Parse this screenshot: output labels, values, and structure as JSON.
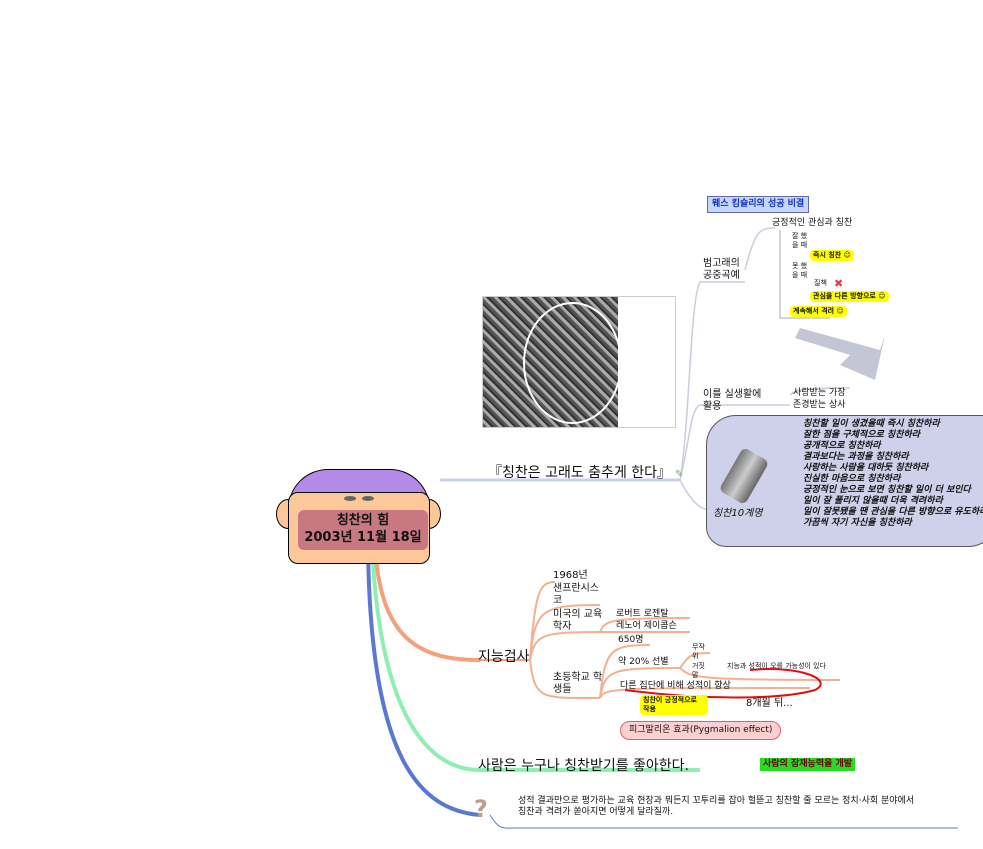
{
  "center": {
    "title": "칭찬의 힘",
    "date": "2003년 11월 18일"
  },
  "whale": {
    "label": "『칭찬은 고래도 춤추게 한다』",
    "secret_title": "웨스 킹슬리의 성공 비결",
    "orca": "범고래의 공중곡예",
    "positive": "긍정적인 관심과 칭찬",
    "good": "잘 했을 때",
    "instant": "즉시 칭찬",
    "bad": "못 했을 때",
    "scold": "질책",
    "redirect": "관심을 다른 방향으로",
    "encourage": "계속해서 격려",
    "apply": "이를 실생활에 활용",
    "loved": "사랑받는 가장",
    "respected": "존경받는 상사",
    "commandments_title": "칭찬10계명",
    "commandments": [
      "칭찬할 일이 생겼을때 즉시 칭찬하라",
      "잘한 점을 구체적으로 칭찬하라",
      "공개적으로 칭찬하라",
      "결과보다는 과정을 칭찬하라",
      "사랑하는 사람을 대하듯 칭찬하라",
      "진실한 마음으로 칭찬하라",
      "긍정적인 눈으로 보면 칭찬할 일이 더 보인다",
      "일이 잘 풀리지 않을때 더욱 격려하라",
      "일이 잘못됐을 땐 관심을 다른 방향으로 유도하라",
      "가끔씩 자기 자신을 칭찬하라"
    ]
  },
  "iq": {
    "label": "지능검사",
    "year": "1968년",
    "city": "샌프란시스코",
    "scholars": "미국의 교육학자",
    "s1": "로버트 로젠탈",
    "s2": "레노어 제이콥슨",
    "students": "초등학교 학생들",
    "count": "650명",
    "select": "약 20% 선별",
    "random": "무작위",
    "lie": "거짓말",
    "lie_text": "지능과 성적이 오를 가능성이 있다",
    "result": "다른 집단에 비해 성적이 향상",
    "praise_effect": "칭찬이 긍정적으로 작용",
    "later": "8개월 뒤...",
    "pygmalion": "피그말리온 효과(Pygmalion effect)"
  },
  "everyone": {
    "label": "사람은 누구나 칭찬받기를 좋아한다.",
    "potential": "사람의 잠재능력을 개발"
  },
  "question": {
    "line1": "성적 결과만으로 평가하는 교육 현장과 뭐든지 꼬투리를 잡아 헐뜯고 칭찬할 줄 모르는 정치·사회 분야에서",
    "line2": "칭찬과 격려가 쏟아지면 어떻게 달라질까."
  }
}
